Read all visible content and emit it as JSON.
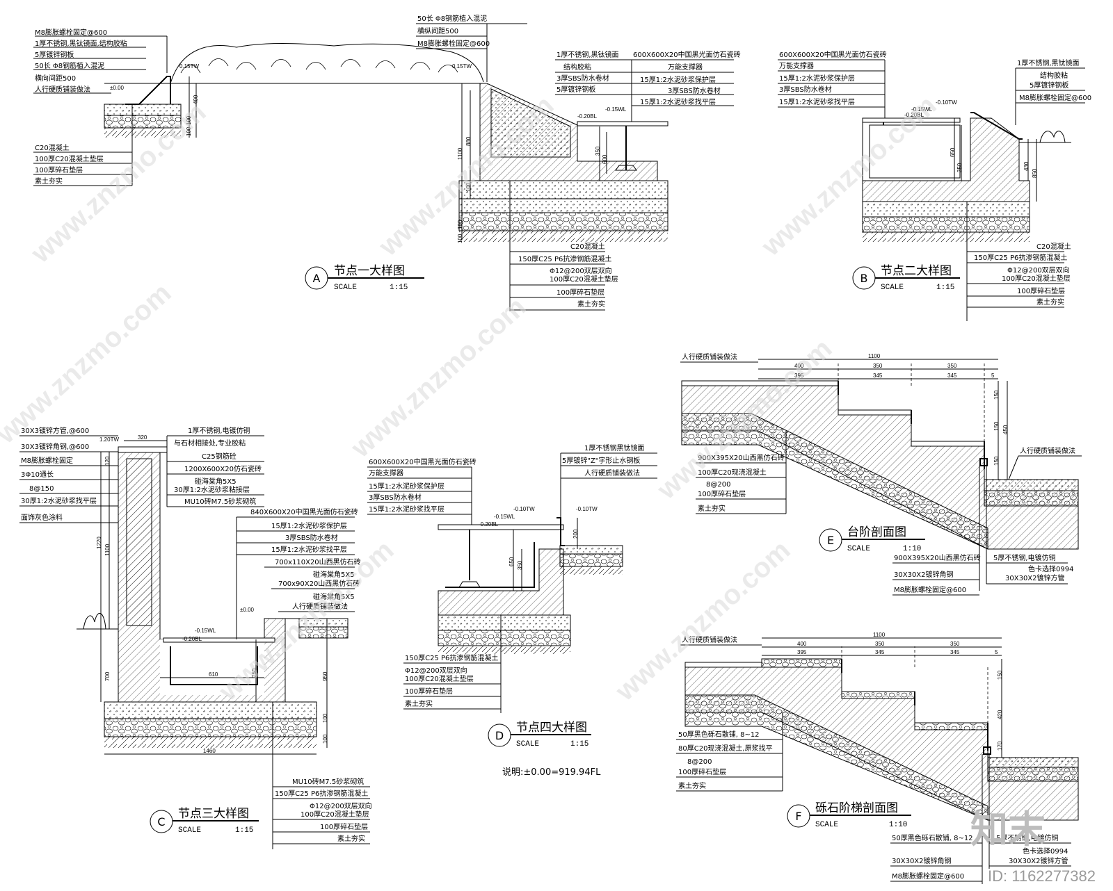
{
  "drawings": {
    "A": {
      "letter": "A",
      "title": "节点一大样图",
      "scale_label": "SCALE",
      "scale": "1:15",
      "left_labels": [
        "M8膨胀螺栓固定@600",
        "1厚不锈钢,黑钛镜面,结构胶粘",
        "5厚镀锌钢板",
        "50长 Φ8钢筋植入混泥",
        "横向间距500",
        "人行硬质铺装做法"
      ],
      "left_bottom_labels": [
        "C20混凝土",
        "100厚C20混凝土垫层",
        "100厚碎石垫层",
        "素土夯实"
      ],
      "top_mid_labels": [
        "50长 Φ8钢筋植入混泥",
        "横纵间距500",
        "M8膨胀螺栓固定@600"
      ],
      "right_labels_a": [
        "1厚不锈钢,黑钛镜面",
        "结构胶粘",
        "3厚SBS防水卷材",
        "5厚镀锌钢板"
      ],
      "right_labels_b": [
        "600X600X20中国黑光面仿石瓷砖",
        "万能支撑器",
        "15厚1:2水泥砂浆保护层",
        "3厚SBS防水卷材",
        "15厚1:2水泥砂浆找平层"
      ],
      "bottom_labels": [
        "C20混凝土",
        "150厚C25 P6抗渗钢筋混凝土",
        "Φ12@200双层双向",
        "100厚C20混凝土垫层",
        "100厚碎石垫层",
        "素土夯实"
      ],
      "levels": [
        "±0.00",
        "0.15TW",
        "0.15TW",
        "-0.20BL",
        "-0.15WL"
      ],
      "dims": [
        "400",
        "100",
        "100",
        "1100",
        "880",
        "100",
        "350",
        "600",
        "100",
        "100"
      ]
    },
    "B": {
      "letter": "B",
      "title": "节点二大样图",
      "scale_label": "SCALE",
      "scale": "1:15",
      "left_labels": [
        "600X600X20中国黑光面仿石瓷砖",
        "万能支撑器",
        "15厚1:2水泥砂浆保护层",
        "3厚SBS防水卷材",
        "15厚1:2水泥砂浆找平层"
      ],
      "right_labels": [
        "1厚不锈钢,黑钛镜面",
        "结构胶粘",
        "5厚镀锌钢板",
        "M8膨胀螺栓固定@600"
      ],
      "bottom_labels": [
        "C20混凝土",
        "150厚C25 P6抗渗钢筋混凝土",
        "Φ12@200双层双向",
        "100厚C20混凝土垫层",
        "100厚碎石垫层",
        "素土夯实"
      ],
      "levels": [
        "-0.10TW",
        "-0.20BL",
        "-0.15WL"
      ],
      "dims": [
        "650",
        "350",
        "430",
        "850"
      ]
    },
    "C": {
      "letter": "C",
      "title": "节点三大样图",
      "scale_label": "SCALE",
      "scale": "1:15",
      "left_labels": [
        "30X3镀锌方管,@600",
        "30X3镀锌角钢,@600",
        "M8膨胀螺栓固定",
        "3Φ10通长",
        "8@150",
        "30厚1:2水泥砂浆找平层",
        "面饰灰色涂料"
      ],
      "top_labels": [
        "1厚不锈钢,电镀仿铜",
        "与石材相接处,专业胶粘",
        "C25钢筋砼",
        "1200X600X20仿石瓷砖",
        "碰海棠角5X5",
        "30厚1:2水泥砂浆粘接层",
        "MU10砖M7.5砂浆砌筑"
      ],
      "right_labels": [
        "840X600X20中国黑光面仿石瓷砖",
        "15厚1:2水泥砂浆保护层",
        "3厚SBS防水卷材",
        "15厚1:2水泥砂浆找平层",
        "700x110X20山西黑仿石砖",
        "碰海棠角5X5",
        "700x90X20山西黑仿石砖",
        "碰海棠角5X5",
        "人行硬质铺装做法"
      ],
      "bottom_labels": [
        "MU10砖M7.5砂浆砌筑",
        "150厚C25 P6抗渗钢筋混凝土",
        "Φ12@200双层双向",
        "100厚C20混凝土垫层",
        "100厚碎石垫层",
        "素土夯实"
      ],
      "levels": [
        "1.20TW",
        "±0.00",
        "-0.15WL",
        "-0.20BL"
      ],
      "dims": [
        "320",
        "120",
        "1220",
        "1100",
        "700",
        "610",
        "750",
        "950",
        "1460",
        "100",
        "100"
      ]
    },
    "D": {
      "letter": "D",
      "title": "节点四大样图",
      "scale_label": "SCALE",
      "scale": "1:15",
      "left_labels": [
        "600X600X20中国黑光面仿石瓷砖",
        "万能支撑器",
        "15厚1:2水泥砂浆保护层",
        "3厚SBS防水卷材",
        "15厚1:2水泥砂浆找平层"
      ],
      "right_labels": [
        "1厚不锈钢黑钛镜面",
        "5厚镀锌\"Z\"字形止水钢板",
        "人行硬质铺装做法"
      ],
      "bottom_labels": [
        "150厚C25 P6抗渗钢筋混凝土",
        "Φ12@200双层双向",
        "100厚C20混凝土垫层",
        "100厚碎石垫层",
        "素土夯实"
      ],
      "levels": [
        "-0.10TW",
        "-0.15WL",
        "-0.20BL",
        "-0.10TW"
      ],
      "dims": [
        "650",
        "350",
        "200"
      ],
      "note": "说明:±0.00=919.94FL"
    },
    "E": {
      "letter": "E",
      "title": "台阶剖面图",
      "scale_label": "SCALE",
      "scale": "1:10",
      "top_label": "人行硬质铺装做法",
      "left_labels": [
        "900X395X20山西黑仿石砖",
        "100厚C20现浇混凝土",
        "8@200",
        "100厚碎石垫层",
        "素土夯实"
      ],
      "right_label": "人行硬质铺装做法",
      "bottom_labels": [
        "900X395X20山西黑仿石砖",
        "30X30X2镀锌角钢",
        "M8膨胀螺栓固定@600"
      ],
      "bottom_right_labels": [
        "5厚不锈钢,电镀仿铜",
        "色卡选择0994",
        "30X30X2镀锌方管"
      ],
      "dims_top": [
        "1100",
        "400",
        "350",
        "350",
        "395",
        "345",
        "345",
        "5"
      ],
      "dims_right": [
        "150",
        "150",
        "450",
        "150"
      ]
    },
    "F": {
      "letter": "F",
      "title": "砾石阶梯剖面图",
      "scale_label": "SCALE",
      "scale": "1:10",
      "top_label": "人行硬质铺装做法",
      "left_labels": [
        "50厚黑色砾石散铺, 8~12",
        "80厚C20现浇混凝土,原浆找平",
        "8@200",
        "100厚碎石垫层",
        "素土夯实"
      ],
      "bottom_labels": [
        "50厚黑色砾石散铺, 8~12",
        "30X30X2镀锌角钢",
        "M8膨胀螺栓固定@600"
      ],
      "bottom_right_labels": [
        "5厚不锈钢,电镀仿铜",
        "色卡选择0994",
        "30X30X2镀锌方管"
      ],
      "dims_top": [
        "1100",
        "400",
        "350",
        "350",
        "395",
        "345",
        "345",
        "5"
      ],
      "dims_right": [
        "150",
        "420",
        "170"
      ]
    }
  },
  "watermark": {
    "site": "www.znzmo.com",
    "brand": "知末",
    "id": "ID: 1162277382"
  }
}
